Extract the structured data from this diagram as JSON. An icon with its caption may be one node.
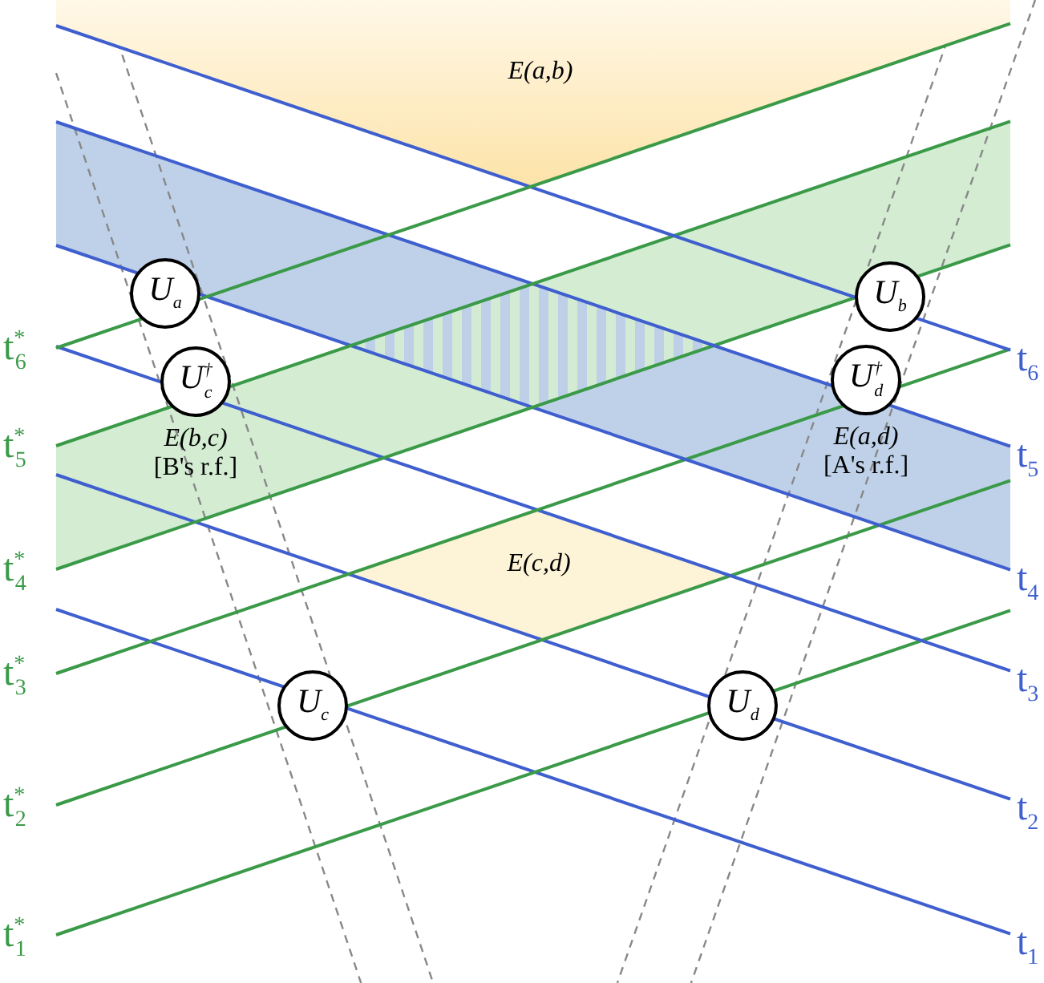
{
  "diagram": {
    "nodes": [
      {
        "text": [
          "E(a,b)"
        ]
      },
      {
        "text": [
          "U$_{a}$"
        ]
      },
      {
        "text": [
          "U$_{b}$"
        ]
      },
      {
        "text": [
          "U$^{†}$$_{c}$"
        ],
        "beside": [
          "E(b,c)",
          "[B's r.f.]"
        ]
      },
      {
        "text": [
          "U$^{†}$$_{d}$"
        ],
        "beside": [
          "E(a,d)",
          "[A's r.f.]"
        ]
      },
      {
        "text": [
          "E(c,d)"
        ]
      },
      {
        "text": [
          "U$_{c}$"
        ]
      },
      {
        "text": [
          "U$_{d}$"
        ]
      }
    ],
    "labels": [
      "t$^{*}$$_{6}$",
      "t$_{6}$",
      "t$^{*}$$_{5}$",
      "t$_{5}$",
      "t$^{*}$$_{4}$",
      "t$_{4}$",
      "t$^{*}$$_{3}$",
      "t$_{3}$",
      "t$^{*}$$_{2}$",
      "t$_{2}$",
      "t$^{*}$$_{1}$",
      "t$_{1}$"
    ]
  }
}
